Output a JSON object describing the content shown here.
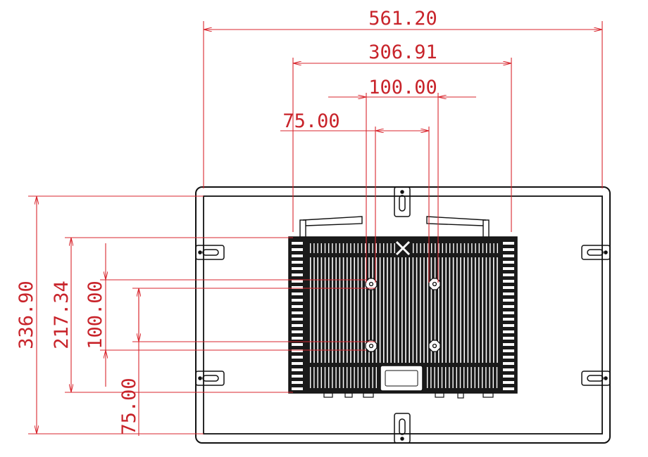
{
  "drawing": {
    "colors": {
      "dimension": "#d8262e",
      "outline": "#111111",
      "background": "#ffffff"
    },
    "dimensions": {
      "width_overall": "561.20",
      "width_chassis": "306.91",
      "width_vesa_large": "100.00",
      "width_vesa_small": "75.00",
      "height_overall": "336.90",
      "height_chassis": "217.34",
      "height_vesa_large": "100.00",
      "height_vesa_small": "75.00"
    },
    "icons": [
      "mounting-bracket-icon",
      "antenna-icon",
      "heatsink-fins-icon",
      "vesa-hole-icon",
      "io-port-icon"
    ]
  }
}
